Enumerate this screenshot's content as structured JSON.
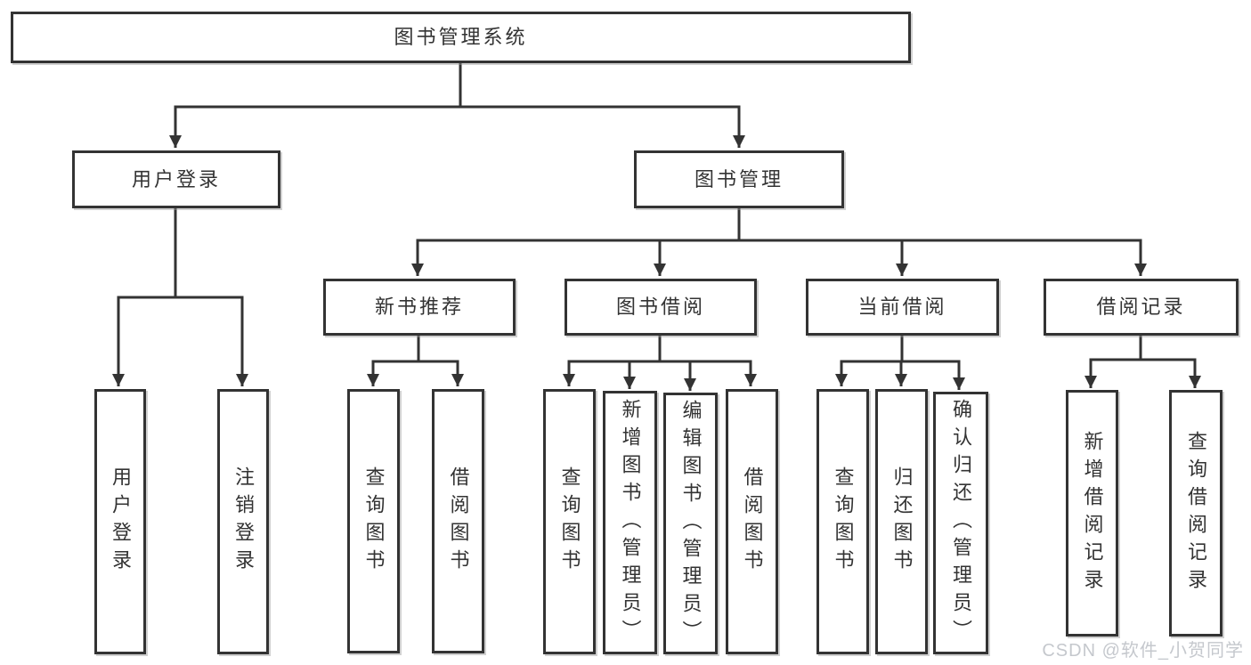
{
  "watermark": {
    "text": "CSDN @软件_小贺同学"
  },
  "tree": {
    "root": {
      "label": "图书管理系统"
    },
    "level2": [
      {
        "label": "用户登录"
      },
      {
        "label": "图书管理"
      }
    ],
    "level3": [
      {
        "label": "新书推荐"
      },
      {
        "label": "图书借阅"
      },
      {
        "label": "当前借阅"
      },
      {
        "label": "借阅记录"
      }
    ],
    "leaves": {
      "user_login": [
        "用户登录",
        "注销登录"
      ],
      "new_books": [
        "查询图书",
        "借阅图书"
      ],
      "book_borrowing": [
        "查询图书",
        "新增图书（管理员）",
        "编辑图书（管理员）",
        "借阅图书"
      ],
      "current_borrowing": [
        "查询图书",
        "归还图书",
        "确认归还（管理员）"
      ],
      "borrowing_records": [
        "新增借阅记录",
        "查询借阅记录"
      ]
    }
  },
  "colors": {
    "line": "#333333",
    "text": "#333333",
    "watermark": "#c5c8cd",
    "background": "#ffffff"
  }
}
